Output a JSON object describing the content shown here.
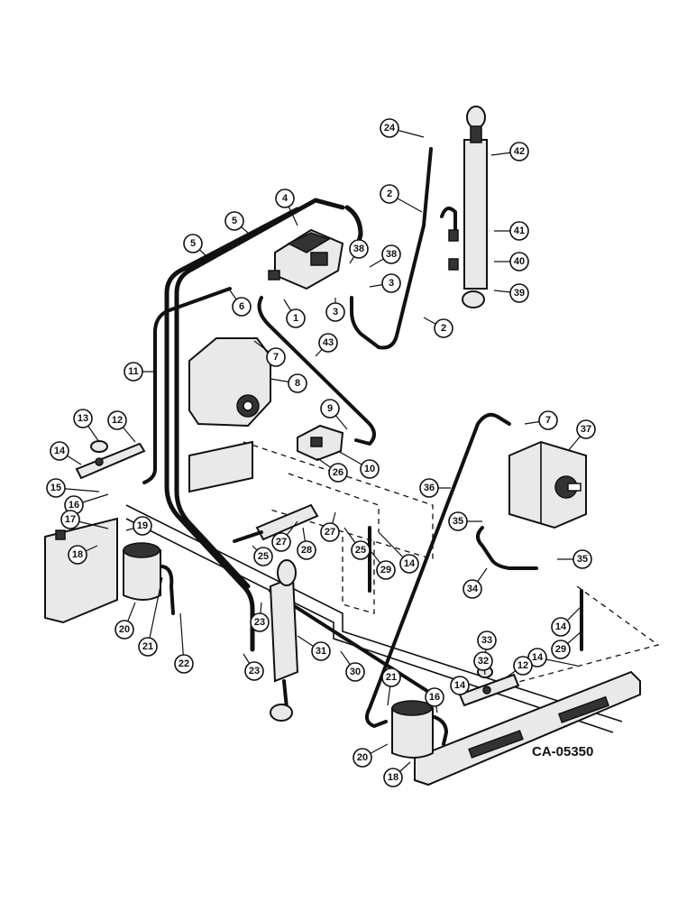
{
  "drawing_code": "CA-05350",
  "callouts": [
    {
      "label": "24"
    },
    {
      "label": "42"
    },
    {
      "label": "2"
    },
    {
      "label": "4"
    },
    {
      "label": "5"
    },
    {
      "label": "5"
    },
    {
      "label": "38"
    },
    {
      "label": "38"
    },
    {
      "label": "41"
    },
    {
      "label": "40"
    },
    {
      "label": "3"
    },
    {
      "label": "39"
    },
    {
      "label": "6"
    },
    {
      "label": "1"
    },
    {
      "label": "3"
    },
    {
      "label": "2"
    },
    {
      "label": "7"
    },
    {
      "label": "43"
    },
    {
      "label": "11"
    },
    {
      "label": "8"
    },
    {
      "label": "9"
    },
    {
      "label": "13"
    },
    {
      "label": "12"
    },
    {
      "label": "10"
    },
    {
      "label": "14"
    },
    {
      "label": "26"
    },
    {
      "label": "7"
    },
    {
      "label": "37"
    },
    {
      "label": "15"
    },
    {
      "label": "36"
    },
    {
      "label": "16"
    },
    {
      "label": "17"
    },
    {
      "label": "19"
    },
    {
      "label": "35"
    },
    {
      "label": "27"
    },
    {
      "label": "27"
    },
    {
      "label": "25"
    },
    {
      "label": "28"
    },
    {
      "label": "25"
    },
    {
      "label": "14"
    },
    {
      "label": "29"
    },
    {
      "label": "18"
    },
    {
      "label": "35"
    },
    {
      "label": "34"
    },
    {
      "label": "20"
    },
    {
      "label": "23"
    },
    {
      "label": "21"
    },
    {
      "label": "22"
    },
    {
      "label": "23"
    },
    {
      "label": "31"
    },
    {
      "label": "30"
    },
    {
      "label": "14"
    },
    {
      "label": "29"
    },
    {
      "label": "14"
    },
    {
      "label": "33"
    },
    {
      "label": "12"
    },
    {
      "label": "32"
    },
    {
      "label": "14"
    },
    {
      "label": "21"
    },
    {
      "label": "16"
    },
    {
      "label": "20"
    },
    {
      "label": "18"
    }
  ]
}
